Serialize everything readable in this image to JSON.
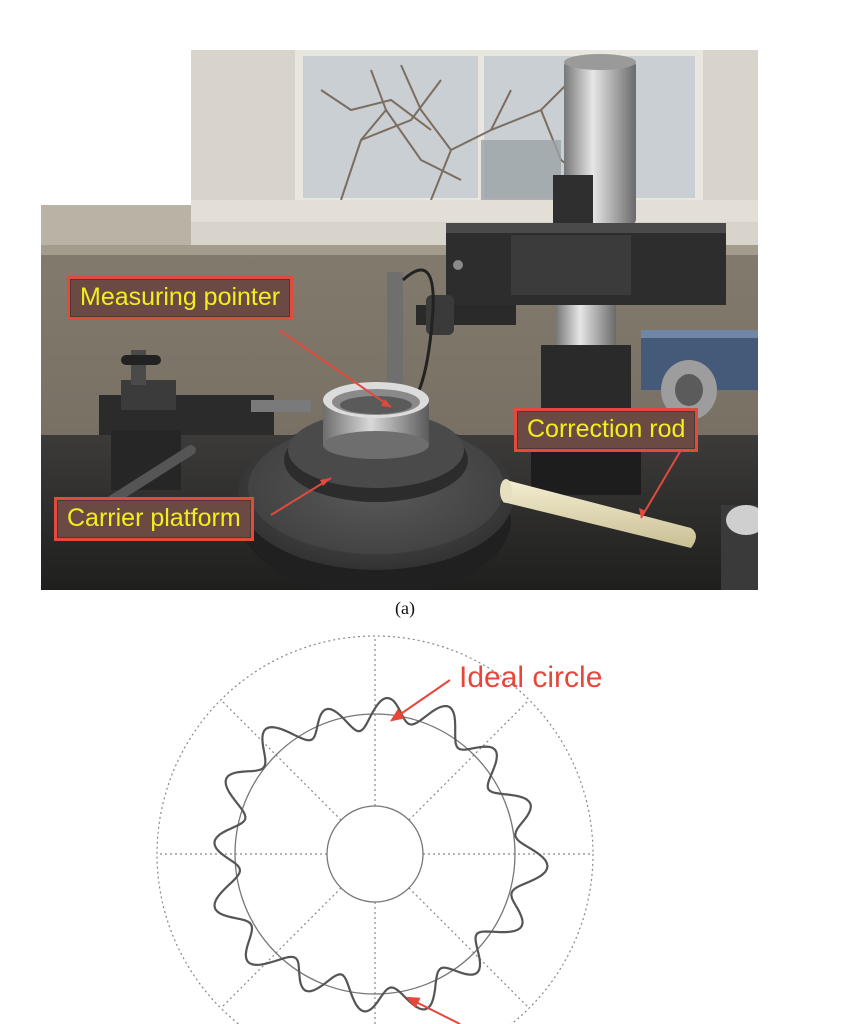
{
  "figure": {
    "panel_a": {
      "subcaption": "(a)",
      "callouts": {
        "measuring_pointer": "Measuring pointer",
        "correction_rod": "Correction rod",
        "carrier_platform": "Carrier platform"
      }
    },
    "panel_b": {
      "labels": {
        "ideal_circle": "Ideal circle"
      }
    }
  },
  "colors": {
    "callout_text": "#f4ef1c",
    "callout_border": "#e04b3d",
    "annotation_red": "#e8463a",
    "profile_line": "#555555",
    "guide_lines": "#888888"
  }
}
